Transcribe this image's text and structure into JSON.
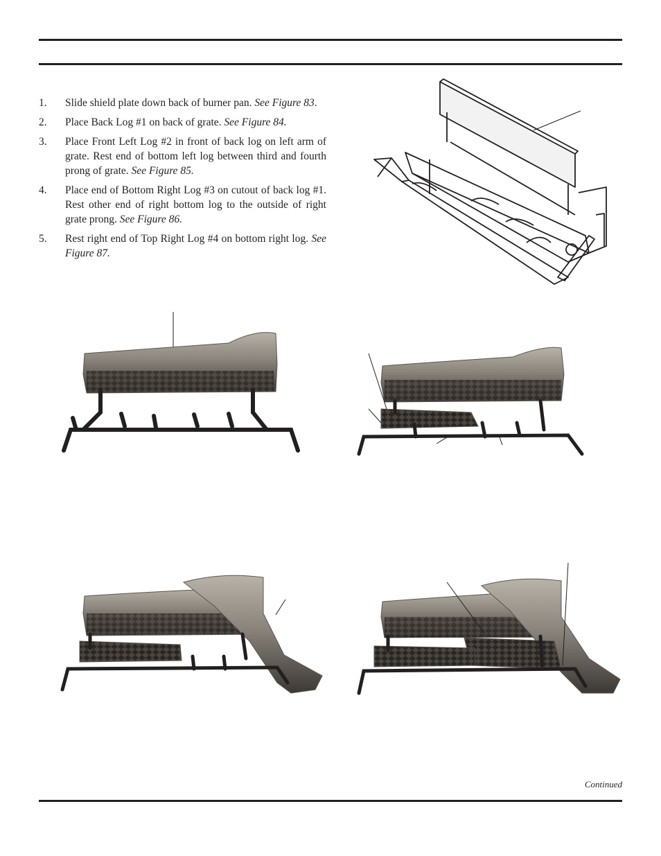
{
  "steps": [
    {
      "num": "1.",
      "text": "Slide shield plate down back of burner pan. ",
      "ref": "See Figure 83",
      "tail": "."
    },
    {
      "num": "2.",
      "text": "Place Back Log #1 on back of grate. ",
      "ref": "See Figure 84.",
      "tail": ""
    },
    {
      "num": "3.",
      "text": "Place Front Left Log #2 in front of back log on left arm of grate. Rest end of bottom left log between third and fourth prong of grate. ",
      "ref": "See Figure 85.",
      "tail": ""
    },
    {
      "num": "4.",
      "text": "Place end of Bottom Right Log #3 on cutout of back log #1. Rest other end of right bottom log to the outside of right grate prong. ",
      "ref": "See Figure 86.",
      "tail": ""
    },
    {
      "num": "5.",
      "text": "Rest right end of Top Right Log #4 on bottom right log. ",
      "ref": "See Figure 87.",
      "tail": ""
    }
  ],
  "footer": {
    "continued": "Continued"
  },
  "colors": {
    "ink": "#231f20",
    "log_dark": "#4a4540",
    "log_mid": "#8a847c",
    "log_light": "#b8b2a8"
  }
}
